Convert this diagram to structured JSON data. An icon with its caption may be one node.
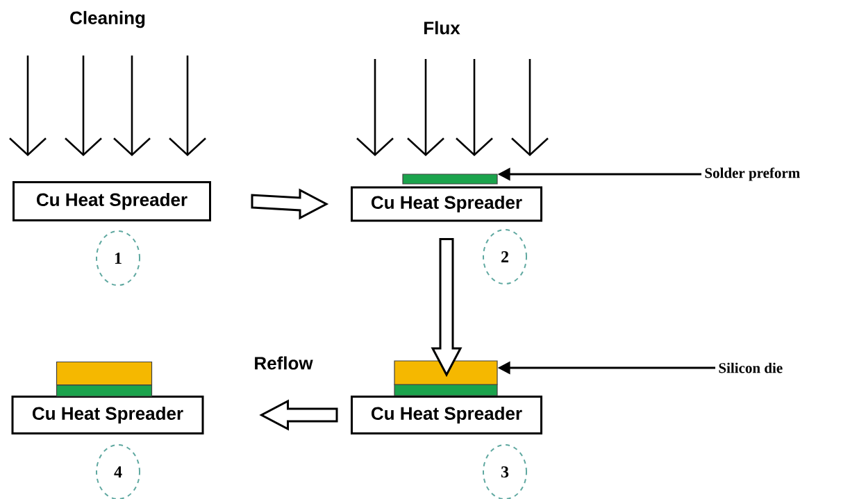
{
  "diagram": {
    "nodes": [
      {
        "text": [
          "Cu Heat Spreader"
        ]
      },
      {
        "text": [
          "1"
        ]
      },
      {
        "text": [
          "Cu Heat Spreader"
        ]
      },
      {
        "text": [],
        "shape": "bar"
      },
      {
        "text": [
          "Solder preform"
        ]
      },
      {
        "text": [
          "2"
        ]
      },
      {
        "text": [
          "Cu Heat Spreader"
        ]
      },
      {
        "text": [],
        "shape": "bar"
      },
      {
        "text": [],
        "shape": "bar"
      },
      {
        "text": [
          "Silicon die"
        ]
      },
      {
        "text": [
          "3"
        ]
      },
      {
        "text": [
          "Cu Heat Spreader"
        ]
      },
      {
        "text": [],
        "shape": "bar"
      },
      {
        "text": [],
        "shape": "bar"
      },
      {
        "text": [
          "4"
        ]
      }
    ],
    "edges": [
      {
        "from": 0,
        "to": 2,
        "arrow": "to"
      },
      {
        "from": 2,
        "to": 6,
        "arrow": "to"
      },
      {
        "from": 6,
        "to": 11,
        "arrow": "to",
        "label": "Reflow"
      },
      {
        "from": 4,
        "to": 3,
        "arrow": "to"
      },
      {
        "from": 9,
        "to": 8,
        "arrow": "to"
      }
    ],
    "labels": [
      "Cleaning",
      "Flux"
    ]
  }
}
